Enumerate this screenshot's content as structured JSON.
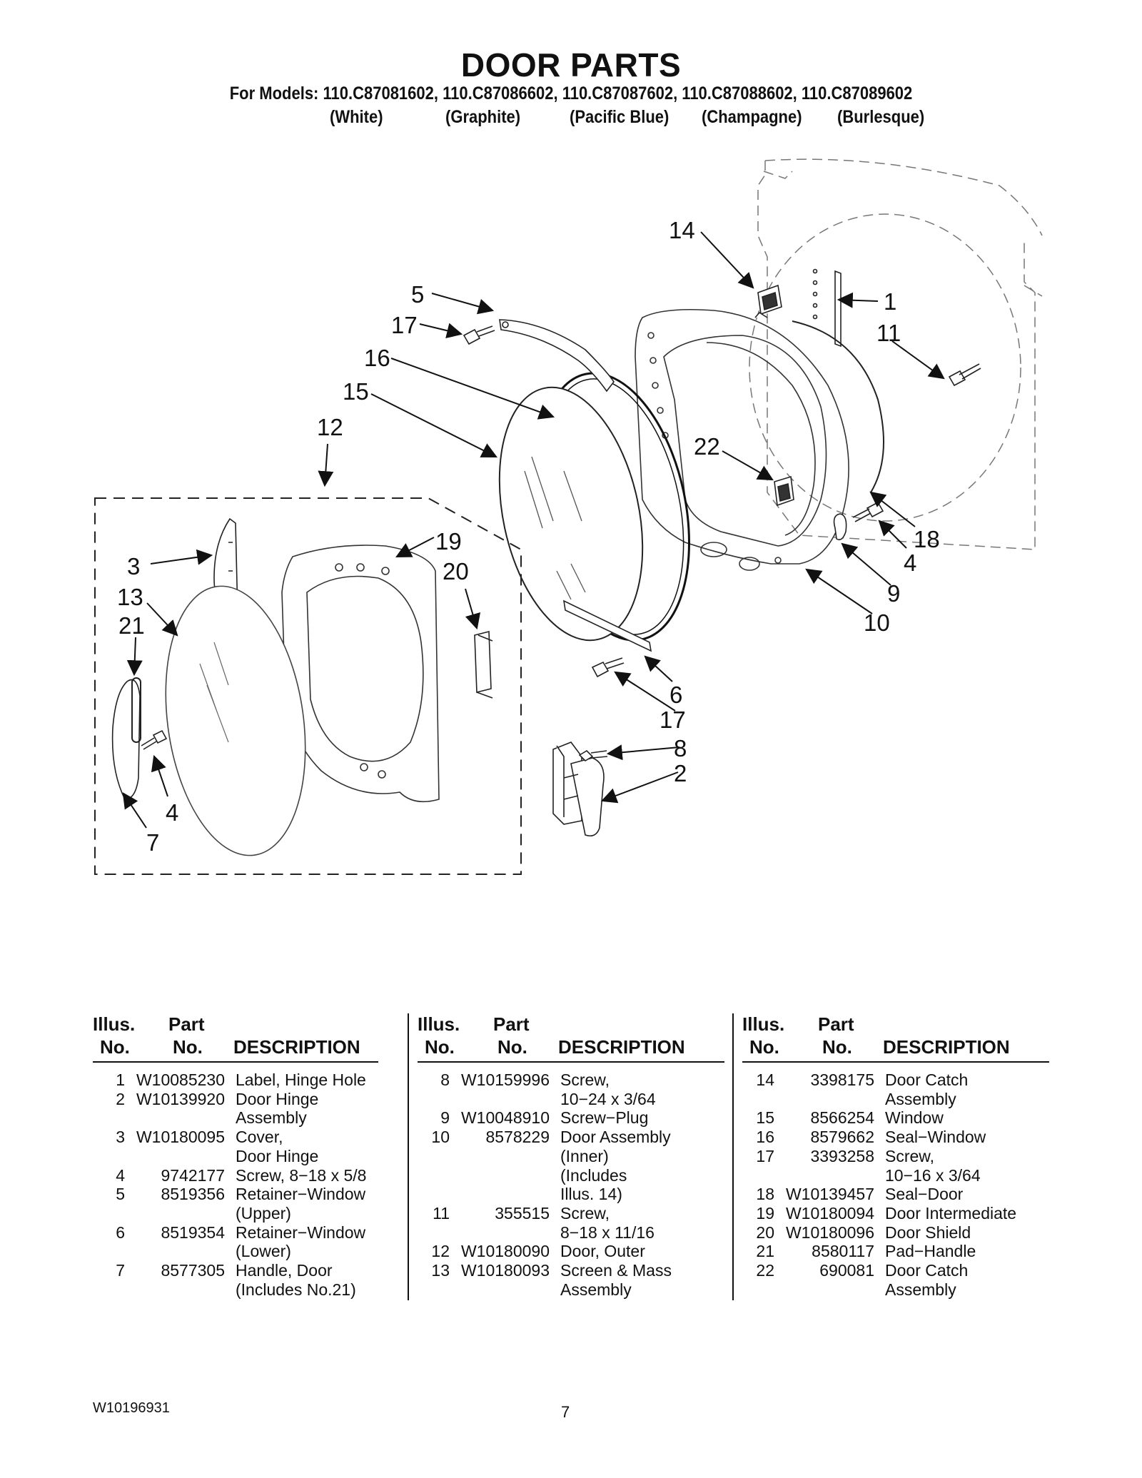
{
  "header": {
    "title": "DOOR PARTS",
    "models": "For Models: 110.C87081602, 110.C87086602, 110.C87087602, 110.C87088602, 110.C87089602",
    "colors": [
      "(White)",
      "(Graphite)",
      "(Pacific Blue)",
      "(Champagne)",
      "(Burlesque)"
    ]
  },
  "diagram": {
    "callouts": [
      "14",
      "5",
      "1",
      "17",
      "11",
      "16",
      "15",
      "12",
      "22",
      "18",
      "4",
      "19",
      "3",
      "20",
      "9",
      "13",
      "21",
      "10",
      "6",
      "17",
      "8",
      "2",
      "4",
      "7"
    ]
  },
  "table": {
    "headers": {
      "illus": "Illus.",
      "no1": "No.",
      "part": "Part",
      "no2": "No.",
      "description": "DESCRIPTION"
    },
    "columns": [
      [
        {
          "no": "1",
          "part": "W10085230",
          "desc": "Label, Hinge Hole"
        },
        {
          "no": "2",
          "part": "W10139920",
          "desc": "Door Hinge"
        },
        {
          "no": "",
          "part": "",
          "desc": "Assembly"
        },
        {
          "no": "3",
          "part": "W10180095",
          "desc": "Cover,"
        },
        {
          "no": "",
          "part": "",
          "desc": "Door Hinge"
        },
        {
          "no": "4",
          "part": "9742177",
          "desc": "Screw, 8−18 x 5/8"
        },
        {
          "no": "5",
          "part": "8519356",
          "desc": "Retainer−Window"
        },
        {
          "no": "",
          "part": "",
          "desc": "(Upper)"
        },
        {
          "no": "6",
          "part": "8519354",
          "desc": "Retainer−Window"
        },
        {
          "no": "",
          "part": "",
          "desc": "(Lower)"
        },
        {
          "no": "7",
          "part": "8577305",
          "desc": "Handle, Door"
        },
        {
          "no": "",
          "part": "",
          "desc": "(Includes No.21)"
        }
      ],
      [
        {
          "no": "8",
          "part": "W10159996",
          "desc": "Screw,"
        },
        {
          "no": "",
          "part": "",
          "desc": "10−24 x 3/64"
        },
        {
          "no": "9",
          "part": "W10048910",
          "desc": "Screw−Plug"
        },
        {
          "no": "10",
          "part": "8578229",
          "desc": "Door Assembly"
        },
        {
          "no": "",
          "part": "",
          "desc": "(Inner)"
        },
        {
          "no": "",
          "part": "",
          "desc": "(Includes"
        },
        {
          "no": "",
          "part": "",
          "desc": " Illus. 14)"
        },
        {
          "no": "11",
          "part": "355515",
          "desc": "Screw,"
        },
        {
          "no": "",
          "part": "",
          "desc": "8−18 x 11/16"
        },
        {
          "no": "12",
          "part": "W10180090",
          "desc": "Door, Outer"
        },
        {
          "no": "13",
          "part": "W10180093",
          "desc": "Screen & Mass"
        },
        {
          "no": "",
          "part": "",
          "desc": "Assembly"
        }
      ],
      [
        {
          "no": "14",
          "part": "3398175",
          "desc": "Door Catch"
        },
        {
          "no": "",
          "part": "",
          "desc": "Assembly"
        },
        {
          "no": "15",
          "part": "8566254",
          "desc": "Window"
        },
        {
          "no": "16",
          "part": "8579662",
          "desc": "Seal−Window"
        },
        {
          "no": "17",
          "part": "3393258",
          "desc": "Screw,"
        },
        {
          "no": "",
          "part": "",
          "desc": "10−16 x 3/64"
        },
        {
          "no": "18",
          "part": "W10139457",
          "desc": "Seal−Door"
        },
        {
          "no": "19",
          "part": "W10180094",
          "desc": "Door Intermediate"
        },
        {
          "no": "20",
          "part": "W10180096",
          "desc": "Door Shield"
        },
        {
          "no": "21",
          "part": "8580117",
          "desc": "Pad−Handle"
        },
        {
          "no": "22",
          "part": "690081",
          "desc": "Door Catch"
        },
        {
          "no": "",
          "part": "",
          "desc": "Assembly"
        }
      ]
    ]
  },
  "footer": {
    "doc_number": "W10196931",
    "page_number": "7"
  }
}
